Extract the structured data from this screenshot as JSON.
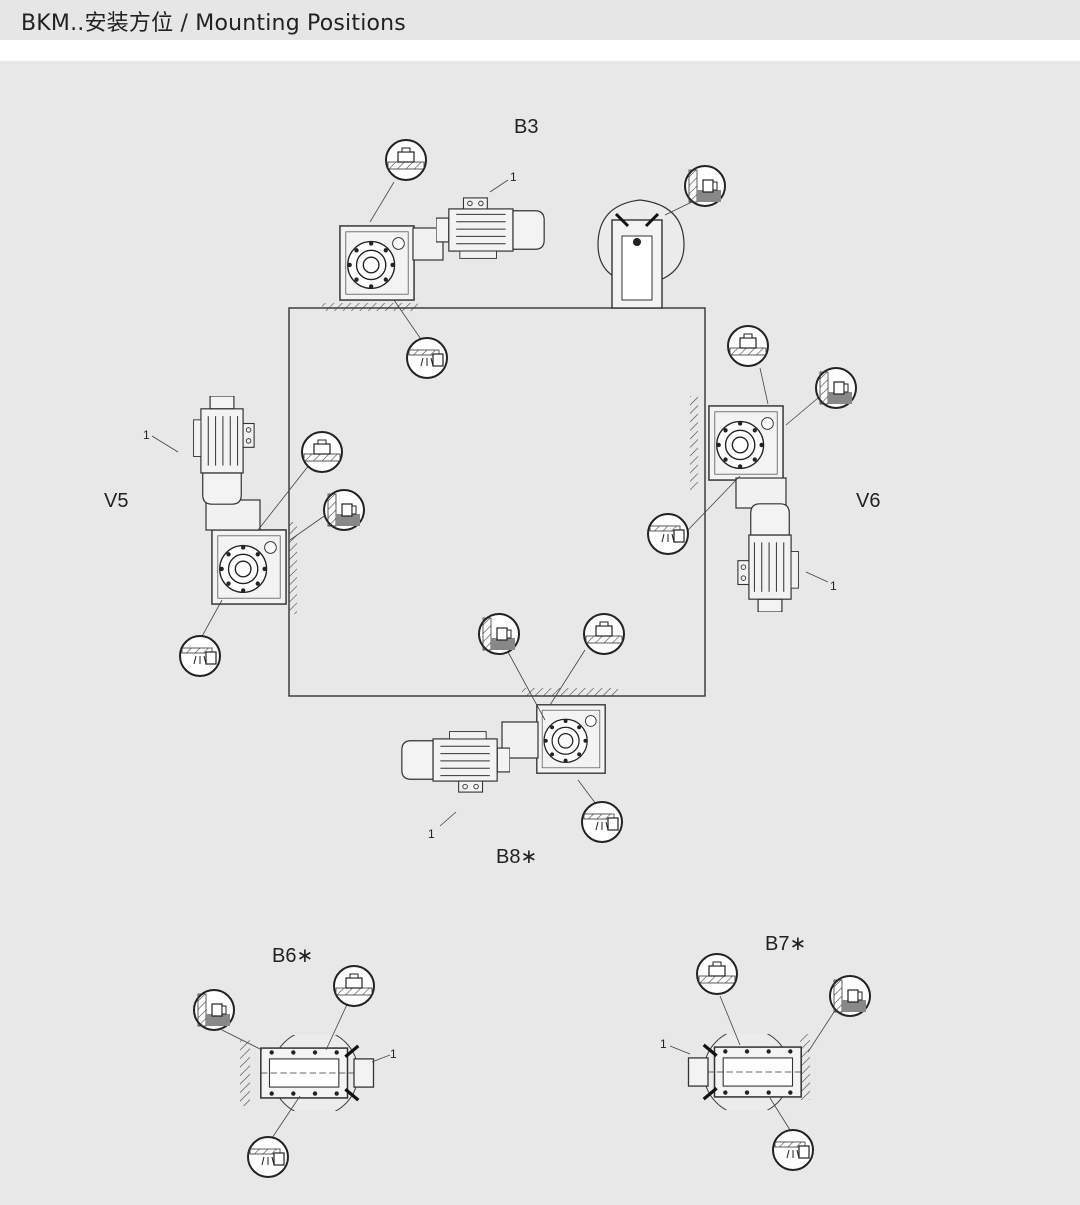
{
  "header": {
    "title": "BKM..安装方位 / Mounting Positions"
  },
  "positions": {
    "b3": "B3",
    "v5": "V5",
    "v6": "V6",
    "b8": "B8∗",
    "b6": "B6∗",
    "b7": "B7∗"
  },
  "callouts": {
    "motor_terminal_box": "1"
  },
  "symbols": {
    "vent": "vent-plug-icon",
    "drain": "drain-plug-icon",
    "level": "oil-level-icon"
  },
  "colors": {
    "header_bg": "#e6e6e6",
    "panel_bg": "#e8e8e8",
    "line": "#333333"
  }
}
